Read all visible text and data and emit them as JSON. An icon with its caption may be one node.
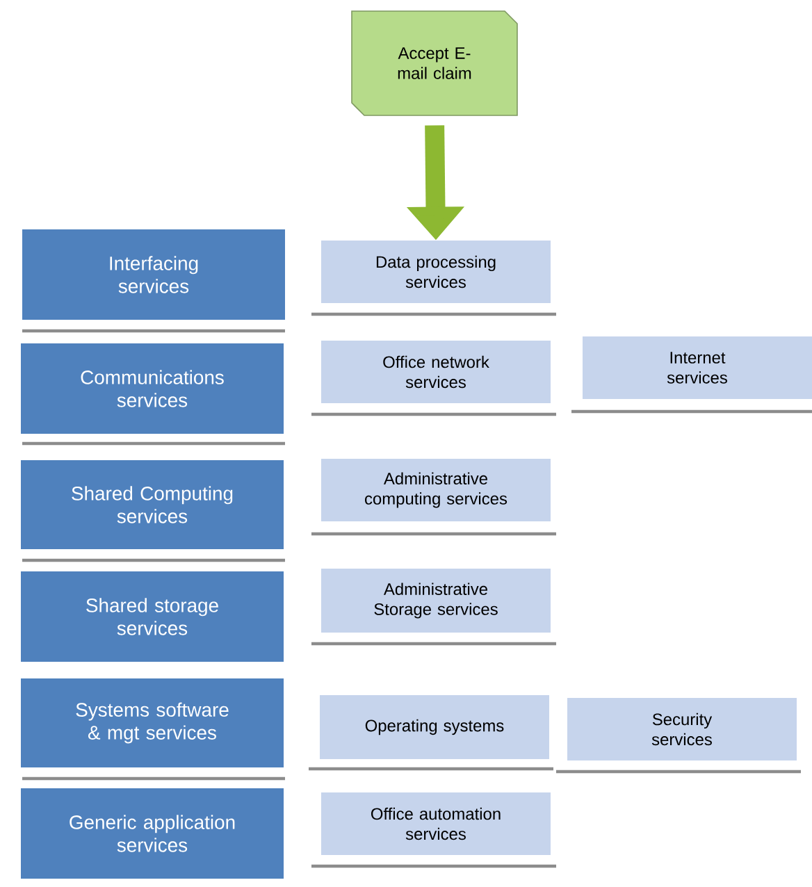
{
  "diagram": {
    "nodes": [
      {
        "text": [
          "Accept E-mail claim"
        ]
      },
      {
        "text": [
          "Interfacing services"
        ]
      },
      {
        "text": [
          "Data processing services"
        ]
      },
      {
        "text": [
          "Communications services"
        ]
      },
      {
        "text": [
          "Office network services"
        ]
      },
      {
        "text": [
          "Internet services"
        ]
      },
      {
        "text": [
          "Shared Computing services"
        ]
      },
      {
        "text": [
          "Administrative computing services"
        ]
      },
      {
        "text": [
          "Shared storage services"
        ]
      },
      {
        "text": [
          "Administrative Storage services"
        ]
      },
      {
        "text": [
          "Systems software & mgt services"
        ]
      },
      {
        "text": [
          "Operating systems"
        ]
      },
      {
        "text": [
          "Security services"
        ]
      },
      {
        "text": [
          "Generic application services"
        ]
      },
      {
        "text": [
          "Office automation services"
        ]
      }
    ],
    "edges": [
      {
        "from": 0,
        "to": 2,
        "arrow": "to",
        "color": "#8db832"
      }
    ]
  }
}
